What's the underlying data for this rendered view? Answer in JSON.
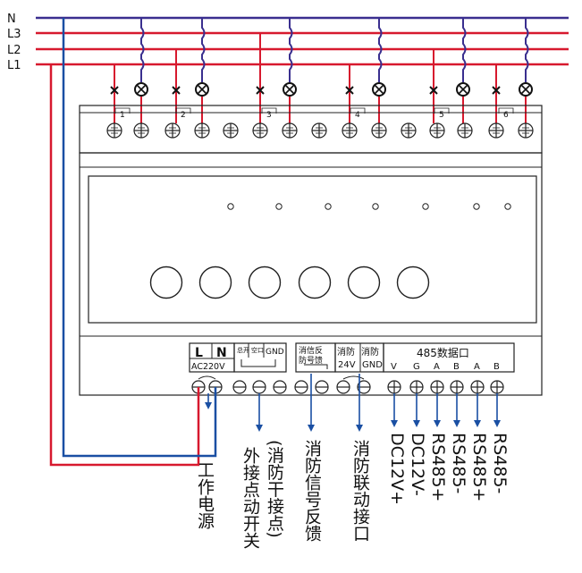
{
  "bus": {
    "n": "N",
    "l3": "L3",
    "l2": "L2",
    "l1": "L1"
  },
  "channels": [
    "1",
    "2",
    "3",
    "4",
    "5",
    "6"
  ],
  "bottom_terms": {
    "l": "L",
    "n": "N",
    "ac220v": "AC220V",
    "sw_a": "总开",
    "sw_b": "空口",
    "gnd1": "GND",
    "fb_a": "消信反",
    "fb_b": "防号馈",
    "link_top": "消防",
    "link_v": "24V",
    "link_gnd_a": "消防",
    "link_gnd_b": "GND",
    "rs485_title": "485数据口",
    "pins": [
      "V",
      "G",
      "A",
      "B",
      "A",
      "B"
    ]
  },
  "labels": {
    "power": "工作电源",
    "dry_contact_a": "(消防干接点)",
    "dry_contact_b": "外接点动开关",
    "fire_feedback": "消防信号反馈",
    "fire_link": "消防联动接口",
    "dc12_plus": "DC12V+",
    "dc12_minus": "DC12V-",
    "rs485_plus_1": "RS485+",
    "rs485_minus_1": "RS485-",
    "rs485_plus_2": "RS485+",
    "rs485_minus_2": "RS485-"
  },
  "colors": {
    "red": "#d7192e",
    "blue": "#1a4fa3",
    "purple": "#3a2f8f",
    "frame": "#222222"
  }
}
